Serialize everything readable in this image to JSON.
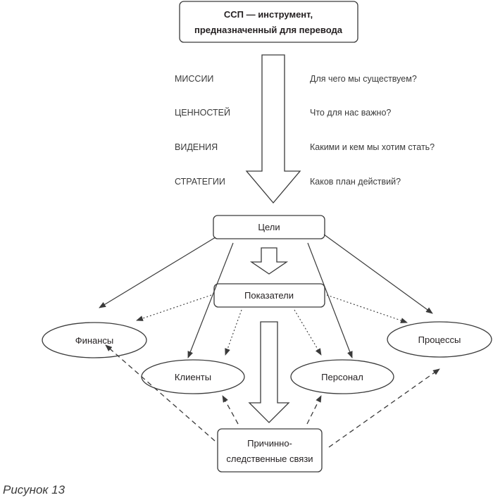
{
  "top_box": {
    "line1": "ССП — инструмент,",
    "line2": "предназначенный для перевода"
  },
  "translation_rows": [
    {
      "term": "МИССИИ",
      "question": "Для чего мы существуем?"
    },
    {
      "term": "ЦЕННОСТЕЙ",
      "question": "Что для нас важно?"
    },
    {
      "term": "ВИДЕНИЯ",
      "question": "Какими и кем мы хотим стать?"
    },
    {
      "term": "СТРАТЕГИИ",
      "question": "Каков план действий?"
    }
  ],
  "nodes": {
    "goals": "Цели",
    "indicators": "Показатели",
    "finance": "Финансы",
    "processes": "Процессы",
    "clients": "Клиенты",
    "personnel": "Персонал",
    "causal_line1": "Причинно-",
    "causal_line2": "следственные связи"
  },
  "caption": "Рисунок 13",
  "colors": {
    "stroke": "#3a3a3a",
    "text": "#231f20"
  }
}
